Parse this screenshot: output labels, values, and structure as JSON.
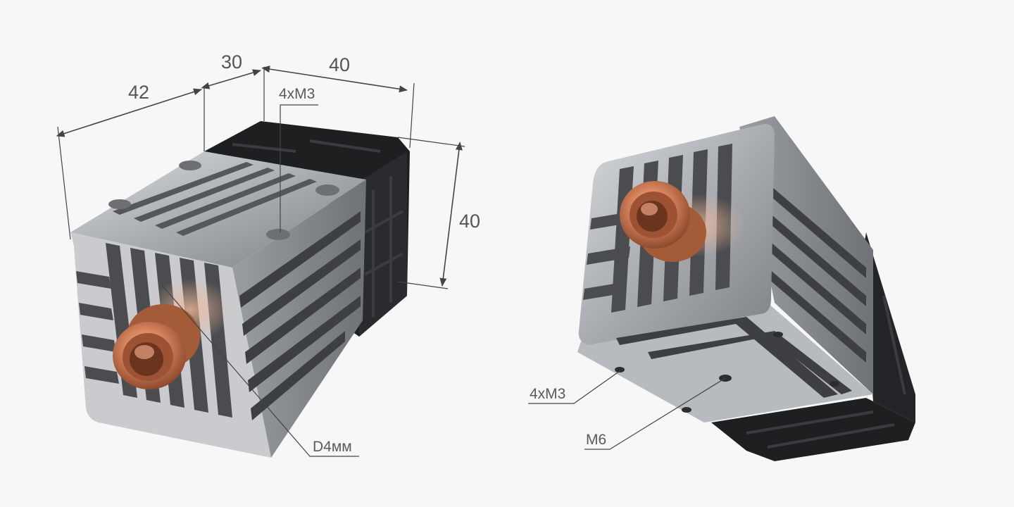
{
  "dimensions": {
    "width_left": "42",
    "depth": "30",
    "width_top": "40",
    "height": "40"
  },
  "callouts": {
    "left_mount_holes": "4xM3",
    "lens_diameter": "D4мм",
    "right_mount_holes": "4xM3",
    "right_thread": "M6"
  },
  "colors": {
    "background": "#f7f7f7",
    "aluminum": "#b9bcc0",
    "fan_housing": "#1e1f21",
    "copper": "#c8734f",
    "dimension_line": "#444444"
  },
  "icons": [
    "laser-module-front-view",
    "laser-module-rear-view",
    "dimension-arrow"
  ]
}
